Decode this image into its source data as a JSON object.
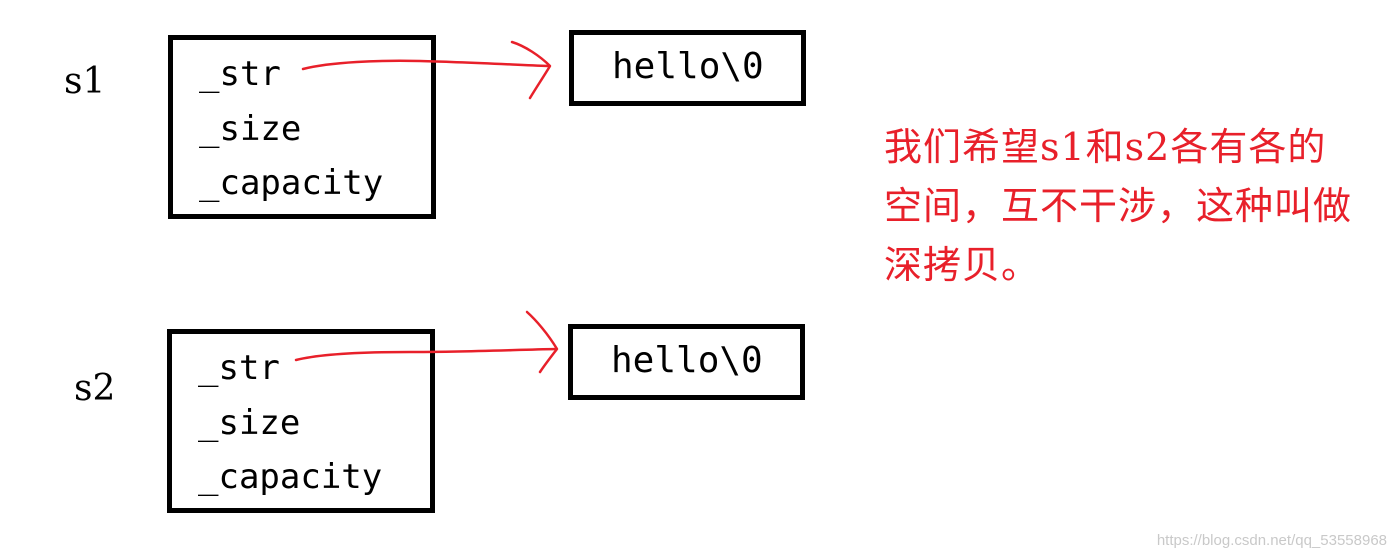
{
  "objects": [
    {
      "label": "s1",
      "fields": [
        "_str",
        "_size",
        "_capacity"
      ],
      "heap_value": "hello\\0"
    },
    {
      "label": "s2",
      "fields": [
        "_str",
        "_size",
        "_capacity"
      ],
      "heap_value": "hello\\0"
    }
  ],
  "note": "我们希望s1和s2各有各的空间，互不干涉，这种叫做深拷贝。",
  "watermark": "https://blog.csdn.net/qq_53558968",
  "colors": {
    "ink": "#000000",
    "annotation": "#e8202a",
    "watermark": "#c9c9c9"
  }
}
